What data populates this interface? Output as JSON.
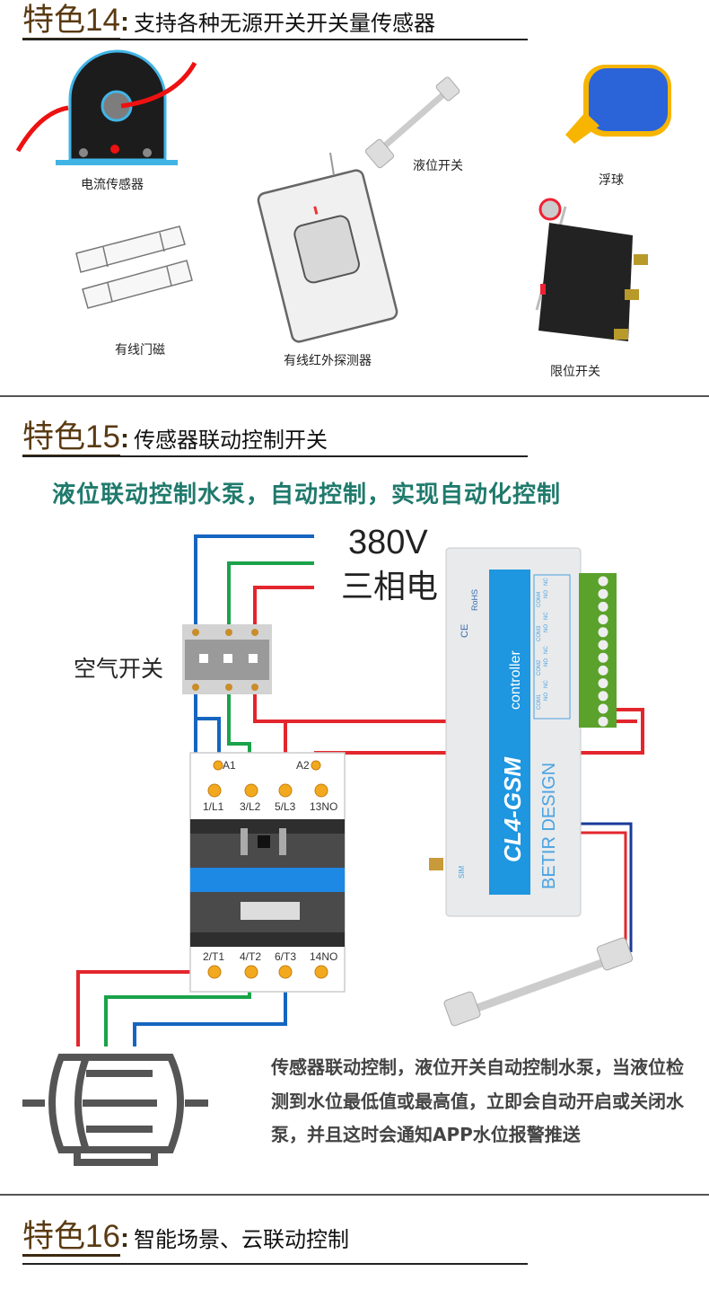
{
  "section14": {
    "number": "特色14",
    "colon": ":",
    "title": "支持各种无源开关开关量传感器",
    "items": [
      {
        "label": "电流传感器",
        "icon": "current-sensor-icon"
      },
      {
        "label": "液位开关",
        "icon": "level-switch-icon"
      },
      {
        "label": "浮球",
        "icon": "float-ball-icon"
      },
      {
        "label": "有线门磁",
        "icon": "door-magnet-icon"
      },
      {
        "label": "有线红外探测器",
        "icon": "pir-detector-icon"
      },
      {
        "label": "限位开关",
        "icon": "limit-switch-icon"
      }
    ]
  },
  "section15": {
    "number": "特色15",
    "colon": ":",
    "title": "传感器联动控制开关",
    "headline": "液位联动控制水泵，自动控制，实现自动化控制",
    "diagram": {
      "voltage": "380V",
      "phase": "三相电",
      "breaker_label": "空气开关",
      "contactor_top_labels": [
        "A1",
        "A2"
      ],
      "contactor_terminals_top": [
        "1/L1",
        "3/L2",
        "5/L3",
        "13NO"
      ],
      "contactor_terminals_bottom": [
        "2/T1",
        "4/T2",
        "6/T3",
        "14NO"
      ],
      "controller_model": "CL4-GSM",
      "controller_sub": "controller",
      "controller_brand": "BETIR DESIGN",
      "certs": [
        "CE",
        "RoHS"
      ],
      "sim_label": "SIM",
      "relay_groups": [
        {
          "com": "COM1",
          "no": "NO",
          "nc": "NC"
        },
        {
          "com": "COM2",
          "no": "NO",
          "nc": "NC"
        },
        {
          "com": "COM3",
          "no": "NO",
          "nc": "NC"
        },
        {
          "com": "COM4",
          "no": "NO",
          "nc": "NC"
        }
      ],
      "wire_colors": {
        "phase_a": "#1565c0",
        "phase_b": "#1aa34a",
        "phase_c": "#e3262d"
      }
    },
    "description": "传感器联动控制，液位开关自动控制水泵，当液位检测到水位最低值或最高值，立即会自动开启或关闭水泵，并且这时会通知APP水位报警推送"
  },
  "section16": {
    "number": "特色16",
    "colon": ":",
    "title": "智能场景、云联动控制"
  }
}
